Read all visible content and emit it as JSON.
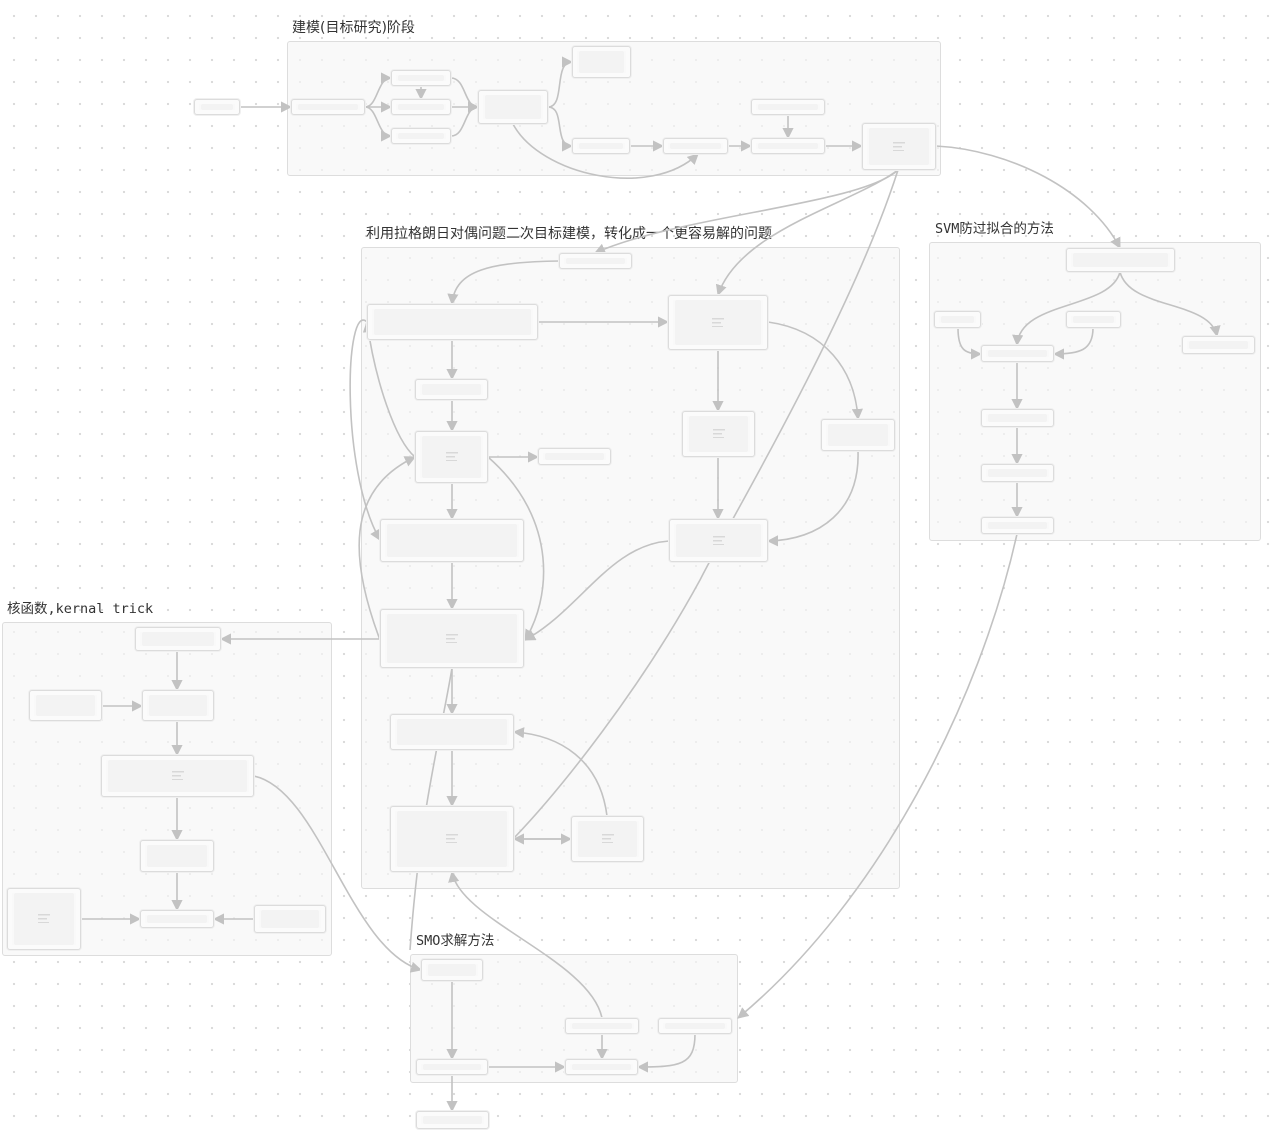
{
  "groups": [
    {
      "id": "modeling",
      "title": "建模(目标研究)阶段",
      "mono": false
    },
    {
      "id": "lagrange",
      "title": "利用拉格朗日对偶问题二次目标建模，转化成一个更容易解的问题",
      "mono": false
    },
    {
      "id": "svm_overfit",
      "title": "SVM防过拟合的方法",
      "mono": true
    },
    {
      "id": "kernel",
      "title": "核函数,kernal trick",
      "mono": true
    },
    {
      "id": "smo",
      "title": "SMO求解方法",
      "mono": true
    }
  ],
  "colors": {
    "edge": "#c2c2c2",
    "node_border": "#dcdcdc",
    "group_bg": "#f6f6f6",
    "title": "#333333"
  }
}
